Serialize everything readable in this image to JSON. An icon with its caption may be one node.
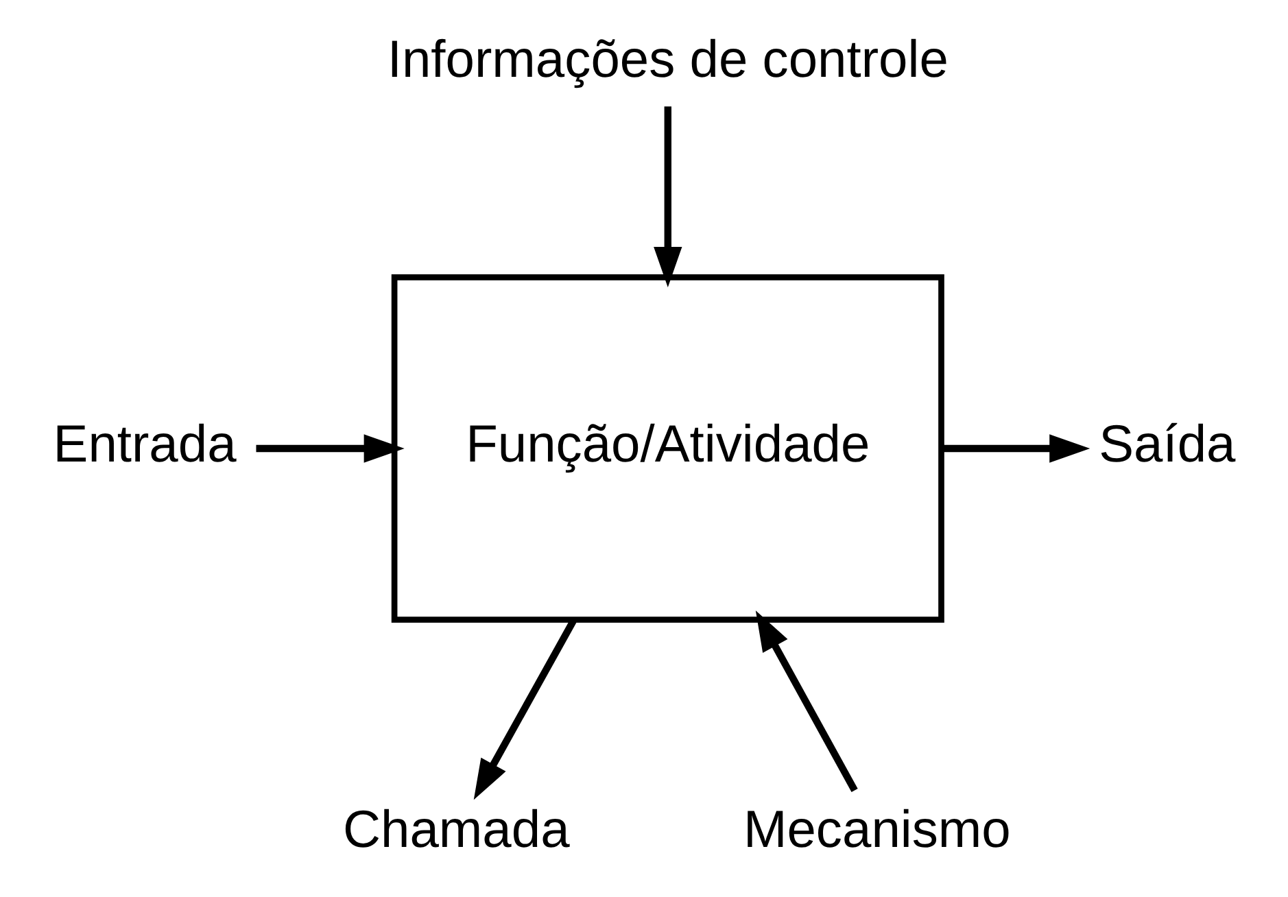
{
  "diagram": {
    "nodes": [
      {
        "text": [
          "Informações de controle"
        ]
      },
      {
        "text": [
          "Entrada"
        ]
      },
      {
        "text": [
          "Função/Atividade"
        ]
      },
      {
        "text": [
          "Saída"
        ]
      },
      {
        "text": [
          "Mecanismo"
        ]
      },
      {
        "text": [
          "Chamada"
        ]
      }
    ],
    "edges": [
      {
        "from": 0,
        "to": 2,
        "arrow": "to"
      },
      {
        "from": 1,
        "to": 2,
        "arrow": "to"
      },
      {
        "from": 2,
        "to": 3,
        "arrow": "to"
      },
      {
        "from": 4,
        "to": 2,
        "arrow": "to"
      },
      {
        "from": 2,
        "to": 5,
        "arrow": "to"
      }
    ]
  }
}
